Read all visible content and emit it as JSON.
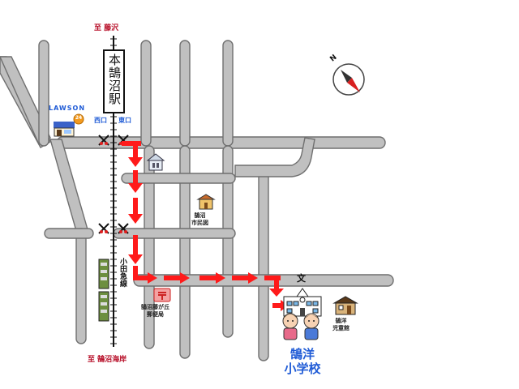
{
  "directions": {
    "north_station": "至 藤沢",
    "south_station": "至 鵠沼海岸"
  },
  "station": {
    "name": "本鵠沼駅",
    "west_exit": "西口",
    "east_exit": "東口"
  },
  "rail_line": {
    "name": "小田急線"
  },
  "landmarks": {
    "lawson": "LAWSON",
    "lawson_badge": "24",
    "hall": "鵠沼\n市民図",
    "post_office": "鵠沼藤が丘\n郵便局",
    "children_hall": "鵠洋\n児童館",
    "school_symbol": "文"
  },
  "destination": {
    "line1": "鵠洋",
    "line2": "小学校"
  },
  "compass": {
    "label": "N"
  },
  "colors": {
    "road": "#c0c0c0",
    "road_edge": "#6f6f6f",
    "route": "#ff1a1a",
    "direction_text": "#b8102a",
    "accent_blue": "#1f5bd6"
  },
  "icons": [
    "crossing-signal-icon",
    "house-icon",
    "shop-icon",
    "post-office-icon",
    "school-building-icon",
    "children-hall-icon",
    "train-car-icon",
    "student-icon",
    "compass-needle-icon"
  ]
}
